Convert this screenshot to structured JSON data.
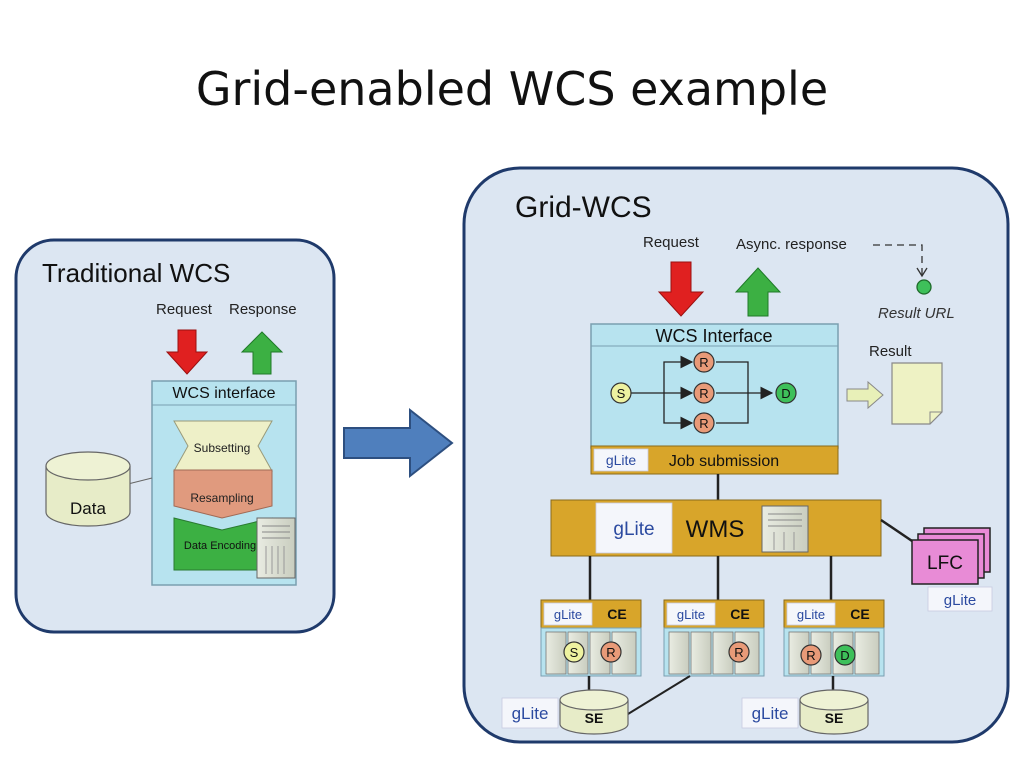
{
  "title": "Grid-enabled WCS example",
  "traditional": {
    "heading": "Traditional WCS",
    "request_label": "Request",
    "response_label": "Response",
    "interface_label": "WCS interface",
    "steps": [
      "Subsetting",
      "Resampling",
      "Data Encoding"
    ],
    "data_label": "Data"
  },
  "grid": {
    "heading": "Grid-WCS",
    "request_label": "Request",
    "async_label": "Async. response",
    "result_url_label": "Result URL",
    "result_label": "Result",
    "interface_label": "WCS Interface",
    "nodes": {
      "s": "S",
      "r": "R",
      "d": "D"
    },
    "job_submission_label": "Job submission",
    "wms_label": "WMS",
    "lfc_label": "LFC",
    "ce_label": "CE",
    "se_label": "SE",
    "glite_label": "gLite"
  },
  "colors": {
    "panel_fill": "#dce6f2",
    "panel_stroke": "#1f3a6b",
    "interface_fill": "#b7e3ef",
    "gold": "#d8a52a",
    "request_red": "#e02020",
    "response_green": "#3cb043",
    "node_orange": "#e89a78",
    "node_yellow": "#eef2a0",
    "node_green": "#3ec05a",
    "lfc_pink": "#e88bd6",
    "flow_arrow": "#4f7fbd"
  }
}
